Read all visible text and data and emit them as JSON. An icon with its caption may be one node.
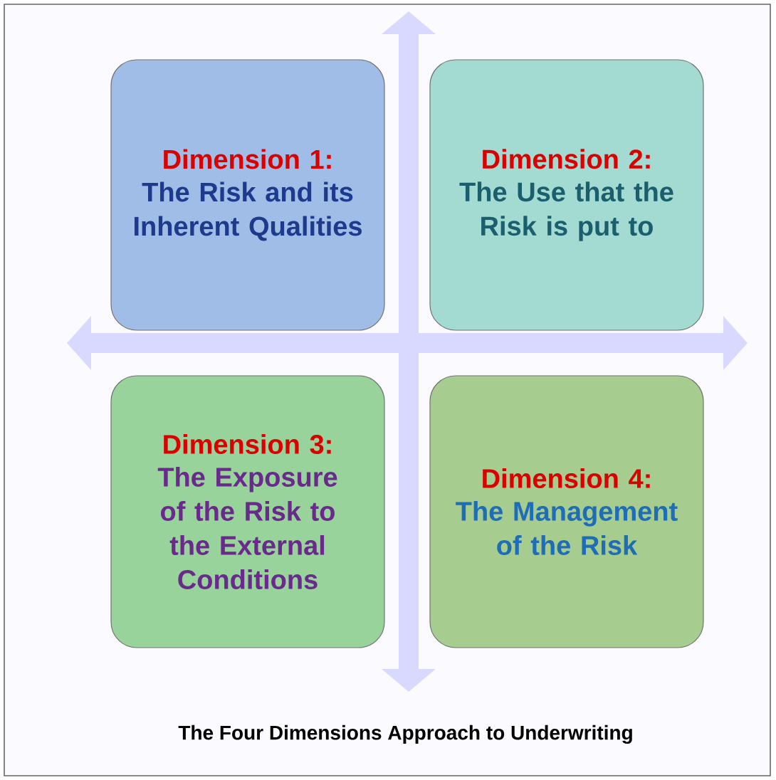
{
  "diagram": {
    "caption": "The Four Dimensions Approach to Underwriting",
    "nodes": [
      {
        "text": [
          "Dimension 1:",
          "The Risk and its Inherent Qualities"
        ]
      },
      {
        "text": [
          "Dimension 2:",
          "The Use that the Risk is put to"
        ]
      },
      {
        "text": [
          "Dimension 3:",
          "The Exposure of the Risk to the External Conditions"
        ]
      },
      {
        "text": [
          "Dimension 4:",
          "The Management of the Risk"
        ]
      }
    ]
  }
}
